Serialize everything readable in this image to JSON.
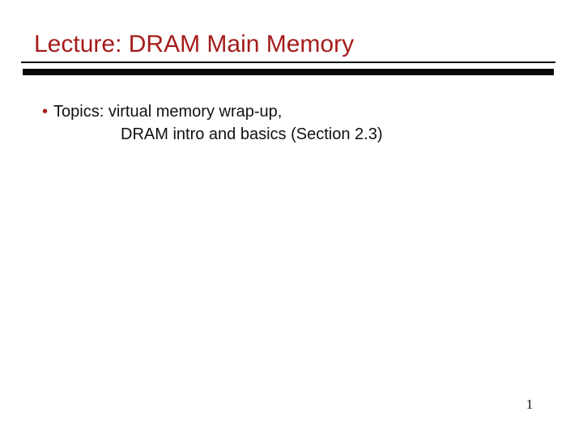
{
  "slide": {
    "title": "Lecture: DRAM Main Memory",
    "bullet": {
      "marker": "•",
      "line1": "Topics: virtual memory wrap-up,",
      "line2": "DRAM intro and basics (Section 2.3)"
    },
    "page_number": "1",
    "colors": {
      "title_red": "#a51c1c",
      "bullet_red": "#a51c1c",
      "rule_black": "#0a0a0a",
      "background": "#ffffff"
    }
  }
}
